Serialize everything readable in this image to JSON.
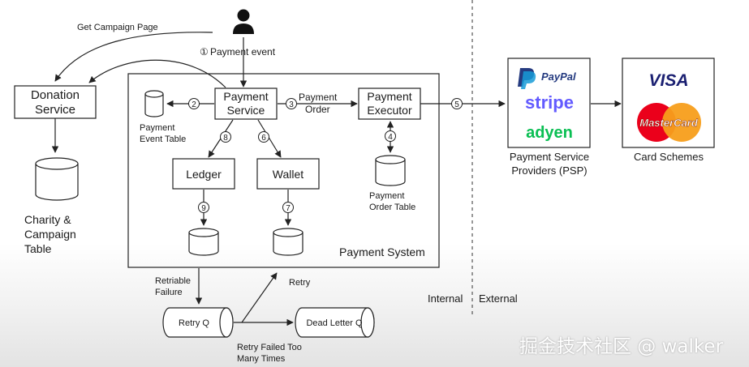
{
  "user_label": "Get Campaign Page",
  "step1": "①",
  "payment_event_label": "Payment event",
  "donation_service": [
    "Donation",
    "Service"
  ],
  "charity_table": [
    "Charity &",
    "Campaign",
    "Table"
  ],
  "payment_service": [
    "Payment",
    "Service"
  ],
  "payment_executor": [
    "Payment",
    "Executor"
  ],
  "payment_order_label": [
    "Payment",
    "Order"
  ],
  "payment_event_table": [
    "Payment",
    "Event Table"
  ],
  "payment_order_table": [
    "Payment",
    "Order Table"
  ],
  "ledger": "Ledger",
  "wallet": "Wallet",
  "payment_system": "Payment System",
  "steps": {
    "s2": "2",
    "s3": "3",
    "s4": "4",
    "s5": "5",
    "s6": "6",
    "s7": "7",
    "s8": "8",
    "s9": "9"
  },
  "retriable_failure": [
    "Retriable",
    "Failure"
  ],
  "retry_q": "Retry Q",
  "retry": "Retry",
  "dead_letter_q": "Dead Letter Q",
  "retry_failed": [
    "Retry Failed Too",
    "Many Times"
  ],
  "internal": "Internal",
  "external": "External",
  "psp_logos": {
    "paypal": "PayPal",
    "stripe": "stripe",
    "adyen": "adyen"
  },
  "psp_label": [
    "Payment Service",
    "Providers (PSP)"
  ],
  "card_logos": {
    "visa": "VISA",
    "mastercard": "MasterCard"
  },
  "card_schemes": "Card Schemes",
  "watermark": "掘金技术社区 @ walker",
  "colors": {
    "paypal_dark": "#253b80",
    "paypal_light": "#179bd7",
    "stripe": "#635bff",
    "adyen": "#0abf53",
    "visa": "#1a1f71",
    "mc_red": "#eb001b",
    "mc_orange": "#f79e1b"
  }
}
